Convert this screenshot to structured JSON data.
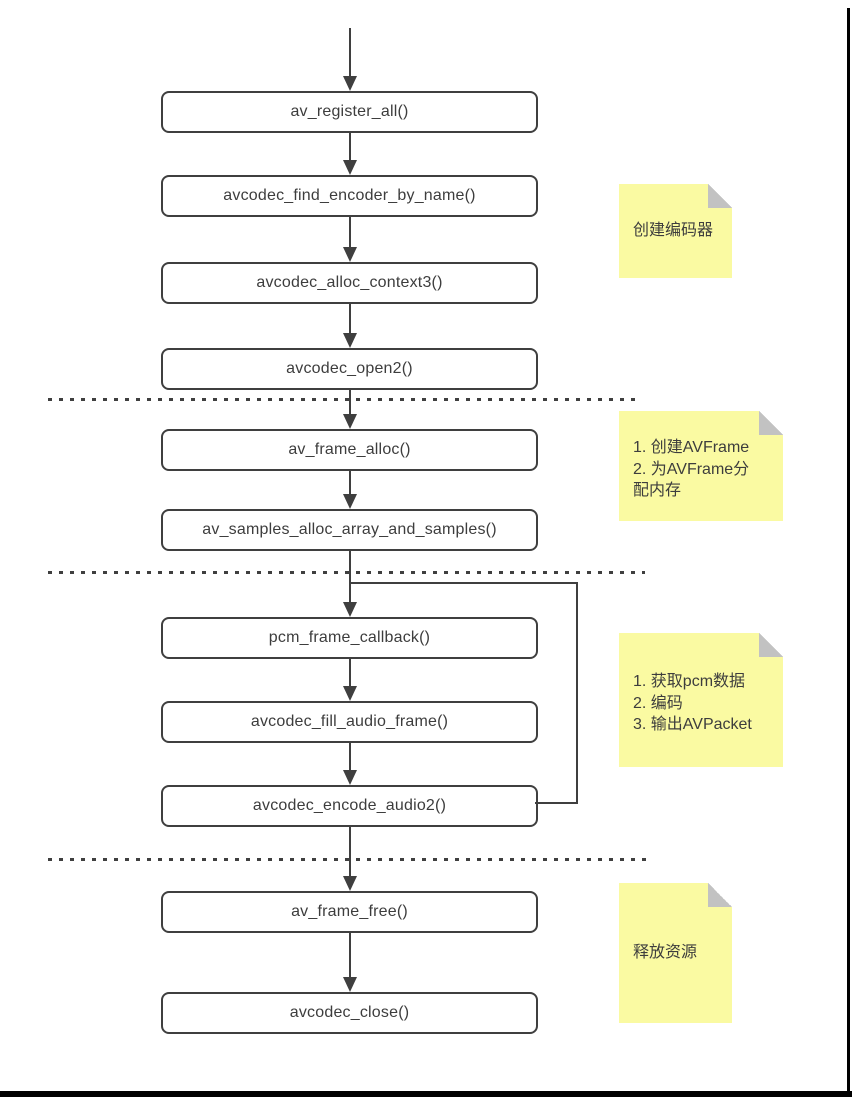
{
  "diagram": {
    "nodes": [
      {
        "label": "av_register_all()"
      },
      {
        "label": "avcodec_find_encoder_by_name()"
      },
      {
        "label": "avcodec_alloc_context3()"
      },
      {
        "label": "avcodec_open2()"
      },
      {
        "label": "av_frame_alloc()"
      },
      {
        "label": "av_samples_alloc_array_and_samples()"
      },
      {
        "label": "pcm_frame_callback()"
      },
      {
        "label": "avcodec_fill_audio_frame()"
      },
      {
        "label": "avcodec_encode_audio2()"
      },
      {
        "label": "av_frame_free()"
      },
      {
        "label": "avcodec_close()"
      }
    ],
    "notes": [
      {
        "text": "创建编码器"
      },
      {
        "text": "1. 创建AVFrame\n2. 为AVFrame分\n配内存"
      },
      {
        "text": "1. 获取pcm数据\n2. 编码\n3. 输出AVPacket"
      },
      {
        "text": "释放资源"
      }
    ],
    "colors": {
      "node_fill": "#ffffff",
      "node_border": "#3f3f3f",
      "arrow": "#3f3f3f",
      "text": "#3d3d3d",
      "divider": "#3f3f3f",
      "note_bg": "#fafaa2",
      "note_fold": "#c2c2c2",
      "frame_border": "#000000"
    }
  }
}
